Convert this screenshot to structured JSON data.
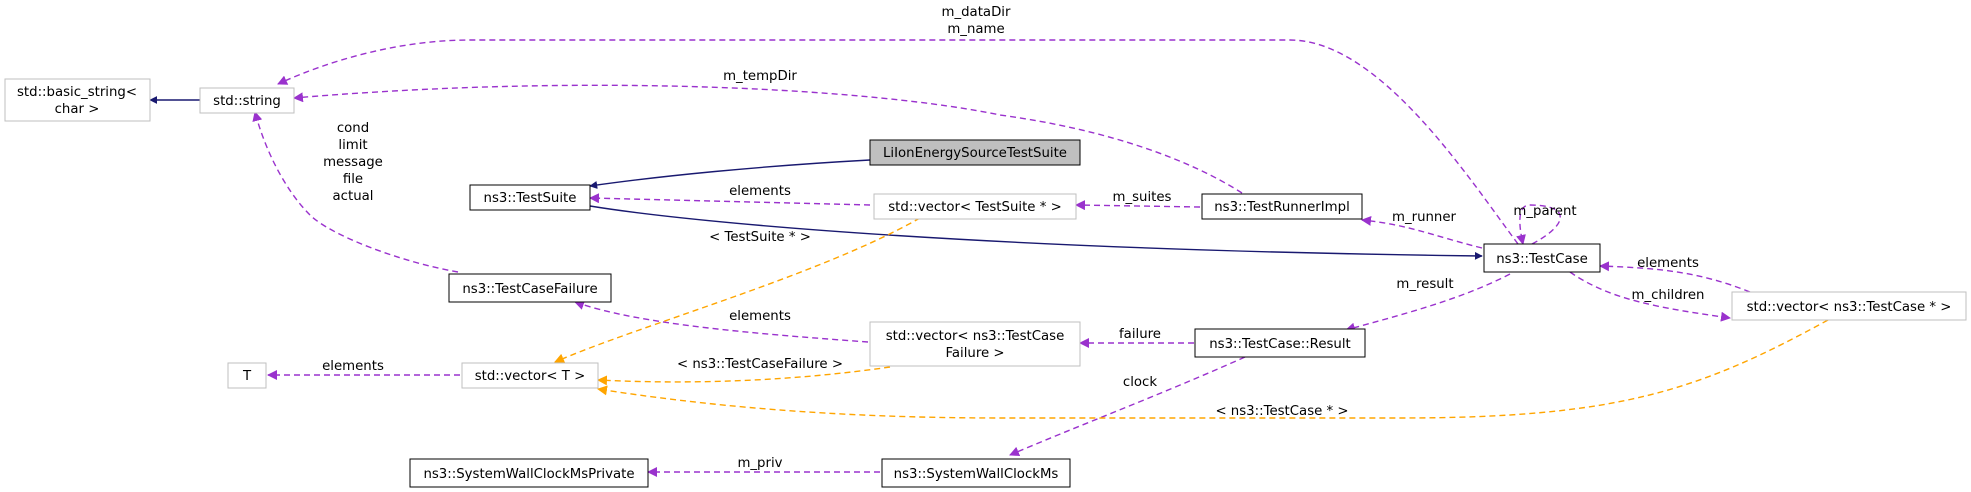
{
  "nodes": {
    "basic_string": {
      "lines": [
        "std::basic_string<",
        "char >"
      ]
    },
    "string": {
      "lines": [
        "std::string"
      ]
    },
    "liion": {
      "lines": [
        "LiIonEnergySourceTestSuite"
      ]
    },
    "testsuite": {
      "lines": [
        "ns3::TestSuite"
      ]
    },
    "vec_testsuite": {
      "lines": [
        "std::vector< TestSuite * >"
      ]
    },
    "runnerimpl": {
      "lines": [
        "ns3::TestRunnerImpl"
      ]
    },
    "testcase": {
      "lines": [
        "ns3::TestCase"
      ]
    },
    "vec_testcase": {
      "lines": [
        "std::vector< ns3::TestCase * >"
      ]
    },
    "casefailure": {
      "lines": [
        "ns3::TestCaseFailure"
      ]
    },
    "vec_failure": {
      "lines": [
        "std::vector< ns3::TestCase",
        "Failure >"
      ]
    },
    "result": {
      "lines": [
        "ns3::TestCase::Result"
      ]
    },
    "T": {
      "lines": [
        "T"
      ]
    },
    "vec_T": {
      "lines": [
        "std::vector< T >"
      ]
    },
    "clock_private": {
      "lines": [
        "ns3::SystemWallClockMsPrivate"
      ]
    },
    "clock": {
      "lines": [
        "ns3::SystemWallClockMs"
      ]
    }
  },
  "edge_labels": {
    "data_name": [
      "m_dataDir",
      "m_name"
    ],
    "temp_dir": [
      "m_tempDir"
    ],
    "failure_fields": [
      "cond",
      "limit",
      "message",
      "file",
      "actual"
    ],
    "suite_elements": [
      "elements"
    ],
    "m_suites": [
      "m_suites"
    ],
    "m_runner": [
      "m_runner"
    ],
    "m_parent": [
      "m_parent"
    ],
    "tmpl_testsuite": [
      "< TestSuite * >"
    ],
    "case_elements": [
      "elements"
    ],
    "m_children": [
      "m_children"
    ],
    "m_result": [
      "m_result"
    ],
    "failure_elements": [
      "elements"
    ],
    "failure": [
      "failure"
    ],
    "t_elements": [
      "elements"
    ],
    "tmpl_failure": [
      "< ns3::TestCaseFailure >"
    ],
    "tmpl_testcase": [
      "< ns3::TestCase * >"
    ],
    "clock_label": [
      "clock"
    ],
    "m_priv": [
      "m_priv"
    ]
  },
  "colors": {
    "inheritance": "#191970",
    "usage": "#9a32cd",
    "template": "#ffa500",
    "focus_fill": "#bfbfbf"
  }
}
